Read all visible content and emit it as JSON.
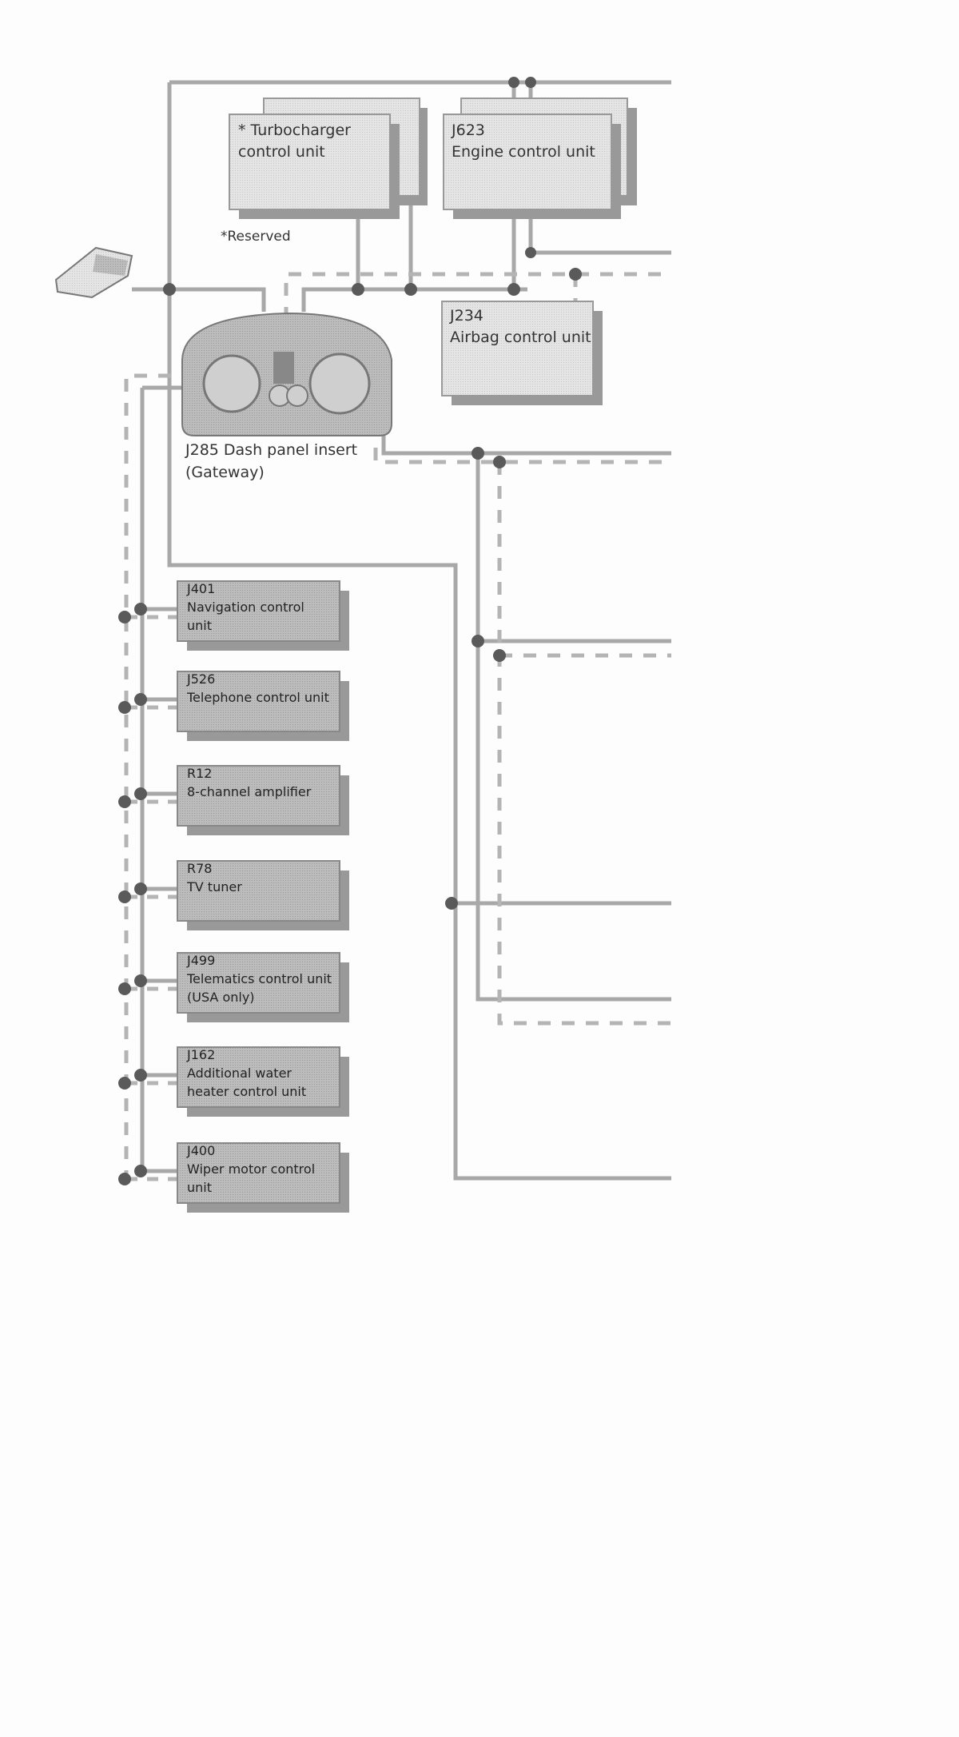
{
  "title": "CAN bus topology diagram",
  "units": {
    "turbo": {
      "code": "",
      "name": "* Turbocharger\ncontrol unit"
    },
    "engine": {
      "code": "J623",
      "name": "Engine control unit"
    },
    "airbag": {
      "code": "J234",
      "name": "Airbag control unit"
    },
    "gateway": {
      "line1": "J285 Dash panel insert",
      "line2": "(Gateway)"
    },
    "reserved_note": "*Reserved"
  },
  "left_units": [
    {
      "code": "J401",
      "name": "Navigation control\nunit"
    },
    {
      "code": "J526",
      "name": "Telephone control unit"
    },
    {
      "code": "R12",
      "name": "8-channel amplifier"
    },
    {
      "code": "R78",
      "name": "TV tuner"
    },
    {
      "code": "J499",
      "name": "Telematics control unit\n(USA only)"
    },
    {
      "code": "J162",
      "name": "Additional water\nheater control unit"
    },
    {
      "code": "J400",
      "name": "Wiper motor control\nunit"
    }
  ],
  "colors": {
    "line": "#a8a8a8",
    "dot": "#5a5a5a",
    "box_light": "#e6e6e6",
    "box_dark": "#bdbdbd"
  }
}
